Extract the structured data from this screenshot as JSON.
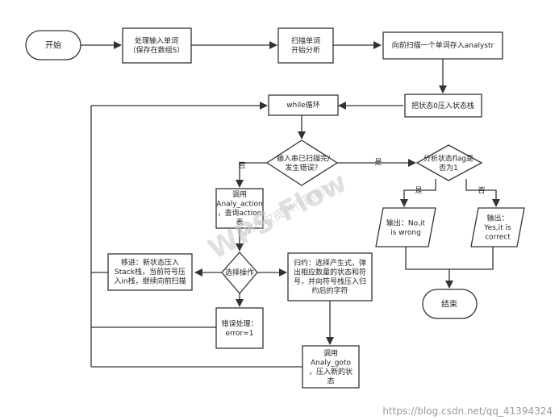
{
  "nodes": {
    "start": {
      "lines": [
        "开始"
      ]
    },
    "process_input": {
      "lines": [
        "处理输入单词",
        "（保存在数组S）"
      ]
    },
    "scan_word": {
      "lines": [
        "扫描单词",
        "开始分析"
      ]
    },
    "scan_forward": {
      "lines": [
        "向前扫描一个单词存入analystr"
      ]
    },
    "push_state0": {
      "lines": [
        "把状态0压入状态栈"
      ]
    },
    "while_loop": {
      "lines": [
        "while循环"
      ]
    },
    "check_done": {
      "lines": [
        "输入串已扫描完/",
        "发生错误？"
      ]
    },
    "check_flag": {
      "lines": [
        "分析状态flag是",
        "否为1"
      ]
    },
    "call_action": {
      "lines": [
        "调用",
        "Analy_action",
        "，查询action",
        "表"
      ]
    },
    "output_no": {
      "lines": [
        "输出：No,it",
        "is wrong"
      ]
    },
    "output_yes": {
      "lines": [
        "输出：",
        "Yes,it is",
        "correct"
      ]
    },
    "shift": {
      "lines": [
        "移进：新状态压入",
        "Stack栈，当前符号压",
        "入in栈，继续向前扫描"
      ]
    },
    "choose_op": {
      "lines": [
        "选择操作"
      ]
    },
    "reduce": {
      "lines": [
        "归约：选择产生式，弹",
        "出相应数量的状态和符",
        "号，并向符号栈压入归",
        "约后的字符"
      ]
    },
    "end": {
      "lines": [
        "结束"
      ]
    },
    "error": {
      "lines": [
        "错误处理：",
        "error=1"
      ]
    },
    "call_goto": {
      "lines": [
        "调用",
        "Analy_goto",
        "，压入新的状",
        "态"
      ]
    }
  },
  "edge_labels": {
    "no_left": "否",
    "yes_right": "是",
    "yes_flag": "是",
    "no_flag": "否"
  },
  "watermark": {
    "big": "WPS Flow",
    "small": "WPS仅提供作图能力"
  },
  "footer": "https://blog.csdn.net/qq_41394324",
  "colors": {
    "stroke": "#333333",
    "fill": "#ffffff",
    "text": "#222222"
  }
}
